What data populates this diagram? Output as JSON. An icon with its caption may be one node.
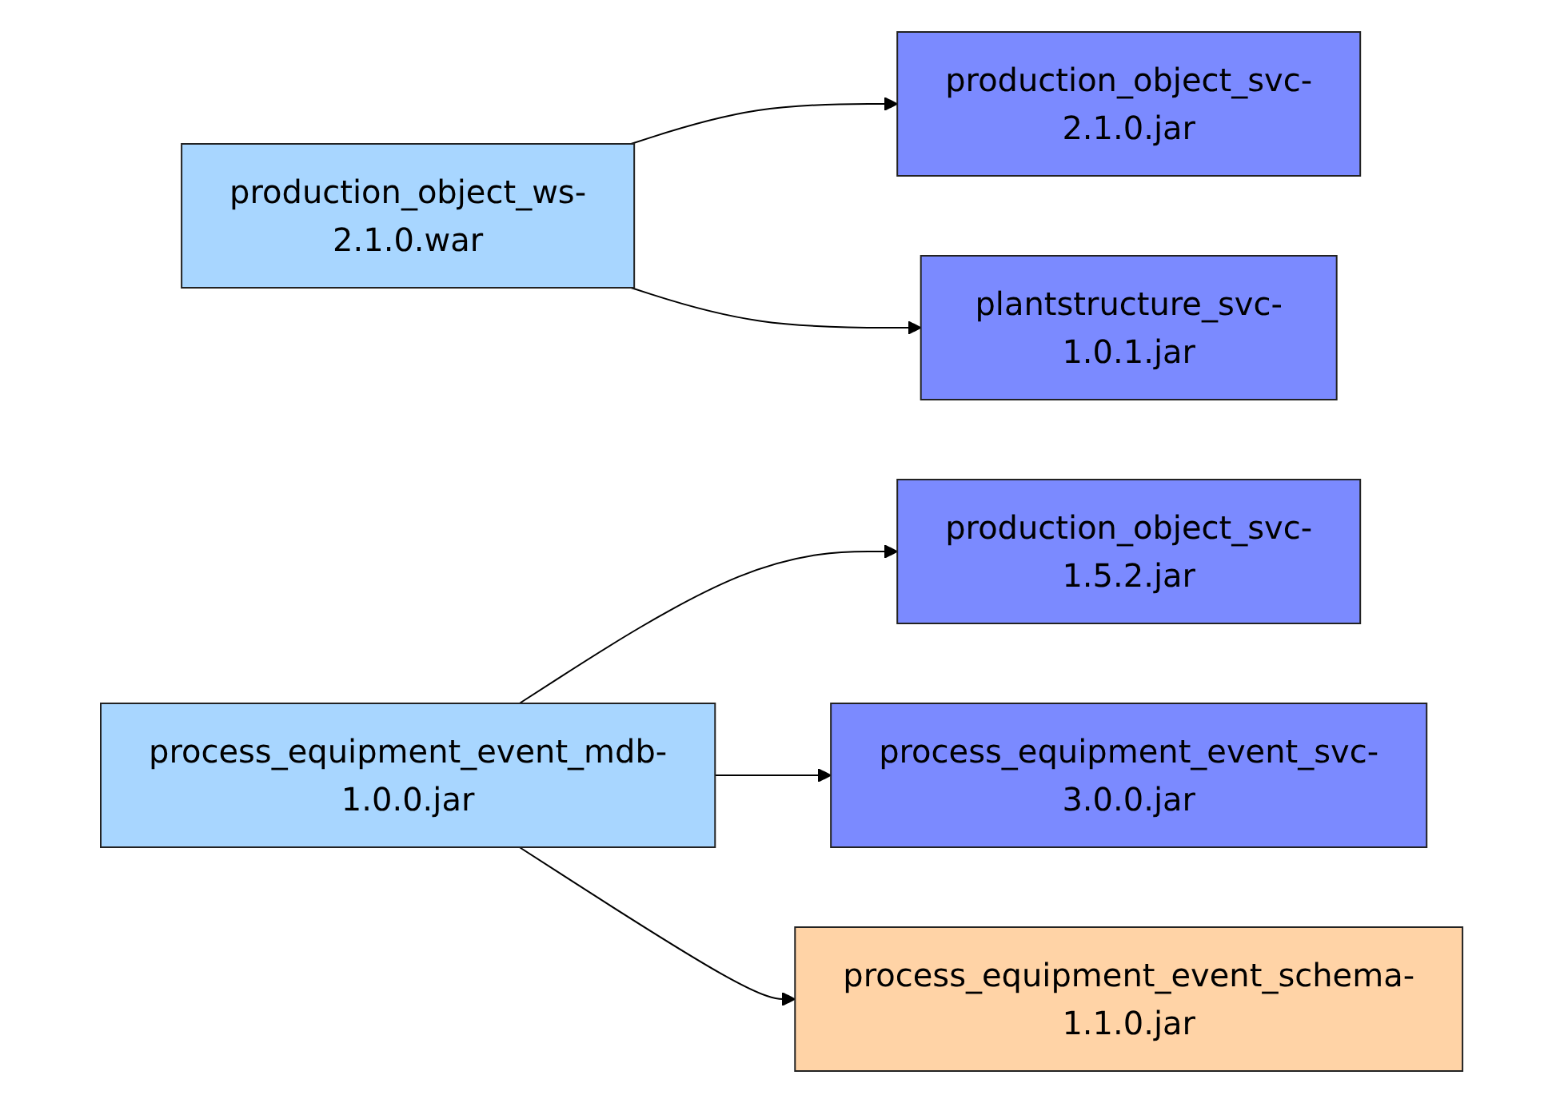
{
  "diagram": {
    "nodes": [
      {
        "text": [
          "production_object_svc-2.1.0.jar"
        ]
      },
      {
        "text": [
          "production_object_ws-2.1.0.war"
        ]
      },
      {
        "text": [
          "production_object_svc-1.5.2.jar"
        ]
      },
      {
        "text": [
          "plantstructure_svc-1.0.1.jar"
        ]
      },
      {
        "text": [
          "process_equipment_event_svc-3.0.0.jar"
        ]
      },
      {
        "text": [
          "process_equipment_event_mdb-1.0.0.jar"
        ]
      },
      {
        "text": [
          "process_equipment_event_schema-1.1.0.jar"
        ]
      }
    ],
    "edges": [
      {
        "from": 1,
        "to": 0,
        "arrow": "to"
      },
      {
        "from": 1,
        "to": 3,
        "arrow": "to"
      },
      {
        "from": 5,
        "to": 2,
        "arrow": "to"
      },
      {
        "from": 5,
        "to": 4,
        "arrow": "to"
      },
      {
        "from": 5,
        "to": 6,
        "arrow": "to"
      }
    ]
  }
}
